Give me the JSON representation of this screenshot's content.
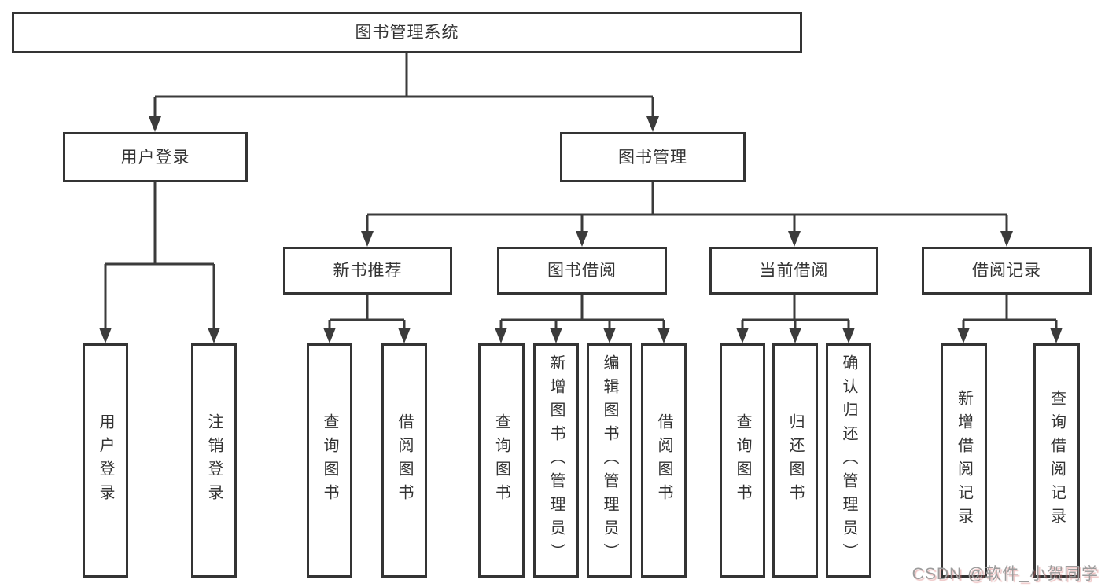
{
  "diagram": {
    "root": "图书管理系统",
    "level2": [
      "用户登录",
      "图书管理"
    ],
    "level3": [
      "新书推荐",
      "图书借阅",
      "当前借阅",
      "借阅记录"
    ],
    "leaves": {
      "user_login": [
        "用户登录",
        "注销登录"
      ],
      "new_book": [
        "查询图书",
        "借阅图书"
      ],
      "book_borrow": [
        "查询图书",
        "新增图书（管理员）",
        "编辑图书（管理员）",
        "借阅图书"
      ],
      "current_borrow": [
        "查询图书",
        "归还图书",
        "确认归还（管理员）"
      ],
      "borrow_records": [
        "新增借阅记录",
        "查询借阅记录"
      ]
    }
  },
  "watermark": "CSDN @软件_小贺同学",
  "colors": {
    "line": "#3b3b3b",
    "border": "#343434",
    "text": "#333333",
    "background": "#ffffff",
    "watermark": "#9c9c9c",
    "watermark_shadow": "#d87474"
  }
}
